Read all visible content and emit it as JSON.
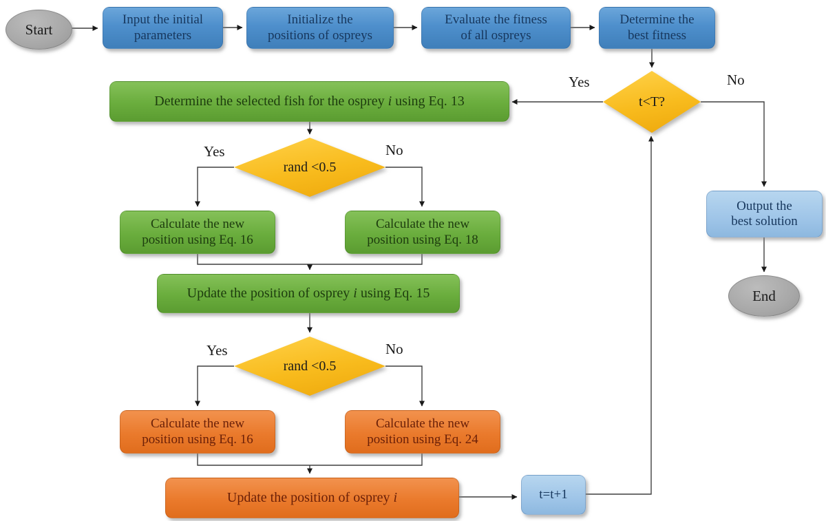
{
  "nodes": {
    "start": {
      "label": "Start"
    },
    "input_parameters": {
      "label": "Input the initial\nparameters"
    },
    "initialize_positions": {
      "label": "Initialize the\npositions of ospreys"
    },
    "evaluate_fitness": {
      "label": "Evaluate the fitness\nof all ospreys"
    },
    "determine_best_fitness": {
      "label": "Determine the\nbest fitness"
    },
    "iteration_check": {
      "label": "t<T?",
      "yes": "Yes",
      "no": "No"
    },
    "determine_selected_fish": {
      "before": "Determine the selected fish for the osprey ",
      "italic": "i",
      "after": " using Eq. 13"
    },
    "rand_check_phase1": {
      "label": "rand <0.5",
      "yes": "Yes",
      "no": "No"
    },
    "calc_eq16_phase1": {
      "label": "Calculate the new\nposition using Eq. 16"
    },
    "calc_eq18_phase1": {
      "label": "Calculate the new\nposition using Eq. 18"
    },
    "update_position_eq15": {
      "before": "Update the position of osprey ",
      "italic": "i",
      "after": " using Eq. 15"
    },
    "rand_check_phase2": {
      "label": "rand <0.5",
      "yes": "Yes",
      "no": "No"
    },
    "calc_eq16_phase2": {
      "label": "Calculate the new\nposition using Eq. 16"
    },
    "calc_eq24_phase2": {
      "label": "Calculate the new\nposition using Eq. 24"
    },
    "update_position": {
      "before": "Update the position of osprey ",
      "italic": "i",
      "after": ""
    },
    "increment_iteration": {
      "label": "t=t+1"
    },
    "output_best_solution": {
      "label": "Output the\nbest solution"
    },
    "end": {
      "label": "End"
    }
  },
  "colors": {
    "process_blue": "#4e8fcc",
    "phase1_green": "#6aad3d",
    "phase2_orange": "#ea7a2c",
    "decision_gold": "#f8bb1d",
    "io_light_blue": "#9fc5e8",
    "terminal_gray": "#a8a8a8",
    "connector": "#3f3f3f"
  }
}
